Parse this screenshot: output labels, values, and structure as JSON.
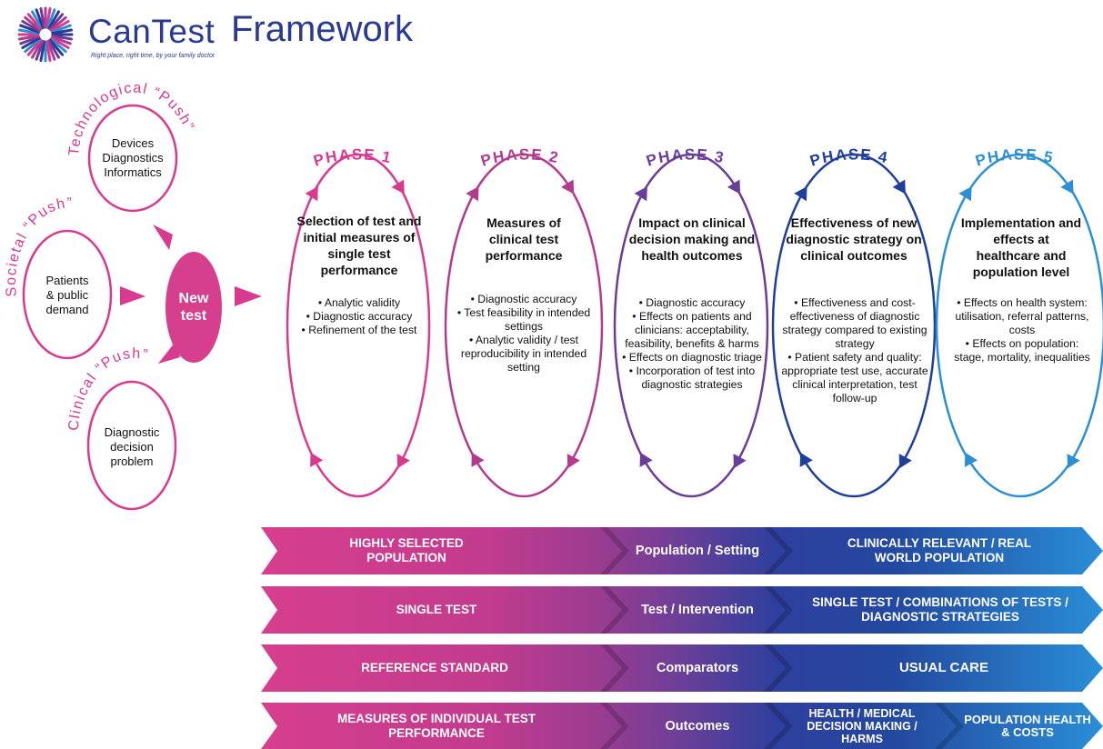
{
  "header": {
    "logo_text": "CanTest",
    "logo_tagline": "Right place, right time, by your family doctor",
    "title": "Framework"
  },
  "pushes": [
    {
      "label": "Technological “Push”",
      "items": [
        "Devices",
        "Diagnostics",
        "Informatics"
      ]
    },
    {
      "label": "Societal “Push”",
      "items": [
        "Patients",
        "& public",
        "demand"
      ]
    },
    {
      "label": "Clinical “Push”",
      "items": [
        "Diagnostic",
        "decision",
        "problem"
      ]
    }
  ],
  "new_test": "New test",
  "phases": [
    {
      "label": "PHASE 1",
      "heading": "Selection of test and initial measures of single test performance",
      "items": [
        "Analytic validity",
        "Diagnostic accuracy",
        "Refinement of the test"
      ]
    },
    {
      "label": "PHASE 2",
      "heading": "Measures of clinical test performance",
      "items": [
        "Diagnostic accuracy",
        "Test feasibility in intended settings",
        "Analytic validity / test reproducibility in intended setting"
      ]
    },
    {
      "label": "PHASE 3",
      "heading": "Impact on clinical decision making and health outcomes",
      "items": [
        "Diagnostic accuracy",
        "Effects on patients and clinicians: acceptability, feasibility, benefits & harms",
        "Effects on diagnostic triage",
        "Incorporation of test into diagnostic strategies"
      ]
    },
    {
      "label": "PHASE 4",
      "heading": "Effectiveness of new diagnostic strategy on clinical outcomes",
      "items": [
        "Effectiveness and cost-effectiveness of diagnostic strategy compared to existing strategy",
        "Patient safety and quality: appropriate test use, accurate clinical interpretation, test follow-up"
      ]
    },
    {
      "label": "PHASE 5",
      "heading": "Implementation and effects at healthcare and population level",
      "items": [
        "Effects on health system: utilisation, referral patterns, costs",
        "Effects on population: stage, mortality, inequalities"
      ]
    }
  ],
  "bands": [
    {
      "left": "HIGHLY SELECTED POPULATION",
      "middle": "Population / Setting",
      "right": "CLINICALLY RELEVANT / REAL WORLD POPULATION"
    },
    {
      "left": "SINGLE TEST",
      "middle": "Test / Intervention",
      "right": "SINGLE TEST / COMBINATIONS OF TESTS / DIAGNOSTIC STRATEGIES"
    },
    {
      "left": "REFERENCE STANDARD",
      "middle": "Comparators",
      "right": "USUAL CARE"
    },
    {
      "left": "MEASURES OF INDIVIDUAL TEST PERFORMANCE",
      "middle": "Outcomes",
      "right_a": "HEALTH / MEDICAL DECISION MAKING / HARMS",
      "right_b": "POPULATION HEALTH & COSTS"
    }
  ],
  "colors": {
    "phase1": "#d9398f",
    "phase2": "#b43a8e",
    "phase3": "#6a3e98",
    "phase4": "#1e3f9c",
    "phase5": "#2b8fd6",
    "pink": "#d63f8d",
    "purple": "#6b3f98",
    "navy": "#23489f",
    "blue": "#2a8ed6"
  }
}
